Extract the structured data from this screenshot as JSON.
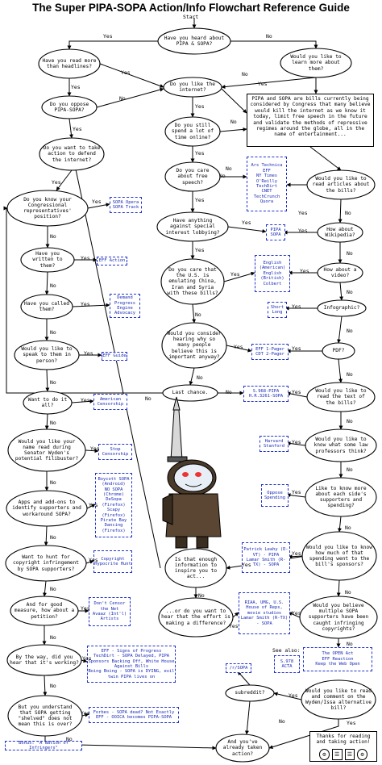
{
  "title": "The Super PIPA-SOPA Action/Info Flowchart Reference Guide",
  "start": "Start",
  "answers": {
    "yes": "Yes",
    "no": "No"
  },
  "see_also": "See also:",
  "ellipses": {
    "heard": "Have you heard about PIPA & SOPA?",
    "readmore": "Have you read more than headlines?",
    "learn": "Would you like to learn more about them?",
    "oppose": "Do you oppose PIPA-SOPA?",
    "like": "Do you like the internet?",
    "defend": "Do you want to take action to defend the internet?",
    "spend": "Do you still spend a lot of time online?",
    "free": "Do you care about free speech?",
    "congress": "Do you know your Congressional representatives' position?",
    "articles": "Would you like to read articles about the bills?",
    "special": "Have anything against special interest lobbying?",
    "wikipedia": "How about Wikipedia?",
    "written": "Have you written to them?",
    "china": "Do you care that the U.S. is emulating China, Iran and Syria with these bills?",
    "video": "How about a video?",
    "called": "Have you called them?",
    "infographic": "Infographic?",
    "hearing": "Would you consider hearing why so many people believe this is important anyway?",
    "speak": "Would you like to speak to them in person?",
    "pdf": "PDF?",
    "doall": "Want to do it all?",
    "lastchance": "Last chance.",
    "readtext": "Would you like to read the text of the bills?",
    "wyden": "Would you like your name read during Senator Wyden's potential filibuster?",
    "professors": "Would you like to know what some law professors think?",
    "apps": "Apps and add-ons to identify supporters and workaround SOPA?",
    "moreabout": "Like to know more about each side's supporters and spending?",
    "hunt": "Want to hunt for copyright infringement by SOPA supporters?",
    "enough": "Is that enough information to inspire you to act...",
    "howmuch": "Would you like to know how much of that spending went to the bill's sponsors?",
    "petition": "And for good measure, how about a petition?",
    "oryouwant": "...or do you want to hear that the effort is making a difference?",
    "infringing": "Would you believe multiple SOPA supporters have been caught infringing copyrights?",
    "working": "By the way, did you hear that it's working?",
    "comment": "Would you like to read and comment on the Wyden/Issa alternative bill?",
    "subreddit": "subreddit?",
    "shelved": "But you understand that SOPA getting \"shelved\" does not mean this is over?",
    "already": "And you've already taken action?"
  },
  "intro_box": "PIPA and SOPA are bills currently being considered by Congress that many believe would kill the internet as we know it today, limit free speech in the future and validate the methods of repressive regimes around the globe, all in the name of entertainment...",
  "thanks_box": "Thanks for reading and taking action!",
  "links": {
    "sopa_opera": "SOPA Opera | SOPA Track",
    "eff_action": "EFF Action",
    "demand": "Demand Progress | Engine Advocacy",
    "eff_guide": "EFF Guide",
    "american": "American Censorship",
    "stop": "Stop Censorship",
    "apps": "Boycott SOPA (Android) | NO SOPA (Chrome) | DeSopa (Firefox) | Scapy (Firefox) | Pirate Bay Dancing (Firefox)",
    "copyright": "Copyright Hypocrite Hunt",
    "censor": "Don't Censor the Net | Avaaz (Int'l) | Artists",
    "working": "EFF - Signs of Progress | TechDirt - SOPA Delayed, PIPA Sponsors Backing Off, White House Against Bills | Boing Boing - SOPA is DYING, evil twin PIPA lives on",
    "forbes": "Forbes - SOPA dead? Not Exactly | EFF - OOICA becomes PIPA-SOPA",
    "bonus": "Bonus: \"A Nation of Infringers\"",
    "subreddit": "/r/SOPA",
    "see_also": "S.978 | ACTA",
    "open_act": "The OPEN Act | EFF Reaction | Keep the Web Open",
    "articles": "Ars Technica | EFF | NY Times | O'Reilly | TechDirt | CNET | TechCrunch | Quora",
    "pipa_sopa": "PIPA | SOPA",
    "video": "English (American) | English (British) | Colbert",
    "short_long": "Short | Long",
    "pdf": "EFF 1-Pager | CDT 2-Pager",
    "bills": "S.968-PIPA | H.R.3261-SOPA",
    "harvard": "Harvard | Stanford",
    "oppose_spending": "Oppose | Spending",
    "patrick": "Patrick Leahy (D-VT) - PIPA | Lamar Smith (R-TX) - SOPA",
    "riaa": "RIAA, UMG, U.S. House of Reps, movie studios | Lamar Smith (R-TX) - SOPA"
  }
}
